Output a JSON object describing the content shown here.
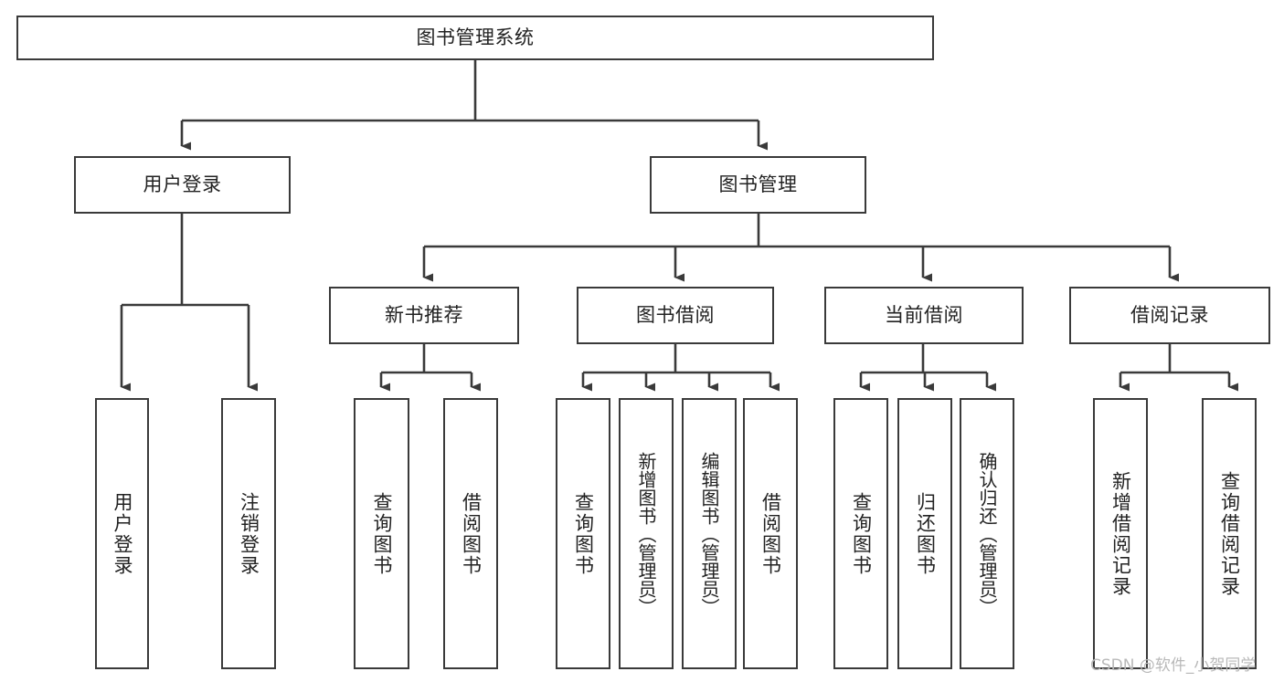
{
  "diagram": {
    "title": "图书管理系统",
    "type": "tree",
    "watermark": "CSDN @软件_小贺同学",
    "colors": {
      "box_border": "#3a3a3a",
      "box_fill": "#ffffff",
      "edge": "#3a3a3a",
      "text": "#222222",
      "watermark": "#b9b9b9",
      "background": "#ffffff"
    },
    "nodes": {
      "root": {
        "label": "图书管理系统"
      },
      "level2": [
        {
          "id": "user-login",
          "label": "用户登录"
        },
        {
          "id": "book-manage",
          "label": "图书管理"
        }
      ],
      "level3": [
        {
          "id": "new-book-rec",
          "label": "新书推荐"
        },
        {
          "id": "book-borrow",
          "label": "图书借阅"
        },
        {
          "id": "current-borrow",
          "label": "当前借阅"
        },
        {
          "id": "borrow-record",
          "label": "借阅记录"
        }
      ],
      "leaves": {
        "user-login": [
          {
            "id": "leaf-user-login",
            "label": "用户登录"
          },
          {
            "id": "leaf-user-logout",
            "label": "注销登录"
          }
        ],
        "new-book-rec": [
          {
            "id": "leaf-query-book-1",
            "label": "查询图书"
          },
          {
            "id": "leaf-borrow-book-1",
            "label": "借阅图书"
          }
        ],
        "book-borrow": [
          {
            "id": "leaf-query-book-2",
            "label": "查询图书"
          },
          {
            "id": "leaf-add-book",
            "label": "新增图书（管理员）"
          },
          {
            "id": "leaf-edit-book",
            "label": "编辑图书（管理员）"
          },
          {
            "id": "leaf-borrow-book-2",
            "label": "借阅图书"
          }
        ],
        "current-borrow": [
          {
            "id": "leaf-query-book-3",
            "label": "查询图书"
          },
          {
            "id": "leaf-return-book",
            "label": "归还图书"
          },
          {
            "id": "leaf-confirm-return",
            "label": "确认归还（管理员）"
          }
        ],
        "borrow-record": [
          {
            "id": "leaf-add-record",
            "label": "新增借阅记录"
          },
          {
            "id": "leaf-query-record",
            "label": "查询借阅记录"
          }
        ]
      }
    }
  }
}
